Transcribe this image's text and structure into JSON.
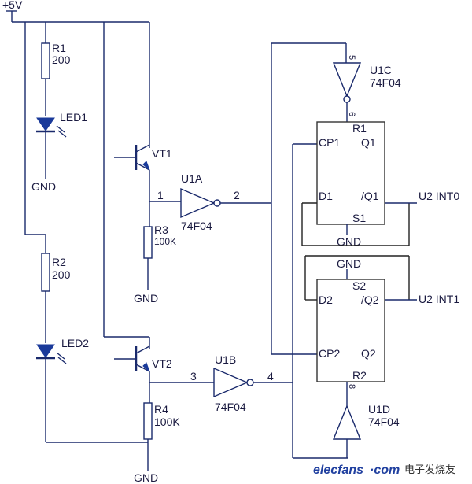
{
  "supply": "+5V",
  "r1": {
    "ref": "R1",
    "value": "200"
  },
  "led1": "LED1",
  "gnd": "GND",
  "r2": {
    "ref": "R2",
    "value": "200"
  },
  "led2": "LED2",
  "vt1": "VT1",
  "vt2": "VT2",
  "r3": {
    "ref": "R3",
    "value": "100K"
  },
  "r4": {
    "ref": "R4",
    "value": "100K"
  },
  "u1a": {
    "ref": "U1A",
    "part": "74F04",
    "pin_in": "1",
    "pin_out": "2"
  },
  "u1b": {
    "ref": "U1B",
    "part": "74F04",
    "pin_in": "3",
    "pin_out": "4"
  },
  "u1c": {
    "ref": "U1C",
    "part": "74F04",
    "pin_in": "5",
    "pin_out": "6"
  },
  "u1d": {
    "ref": "U1D",
    "part": "74F04",
    "pin_in": "8"
  },
  "ff1": {
    "r": "R1",
    "cp": "CP1",
    "q": "Q1",
    "d": "D1",
    "nq": "/Q1",
    "s": "S1"
  },
  "ff2": {
    "s": "S2",
    "d": "D2",
    "nq": "/Q2",
    "cp": "CP2",
    "q": "Q2",
    "r": "R2"
  },
  "out1": "U2 INT0",
  "out2": "U2 INT1",
  "watermark": {
    "brand": "elecfans",
    "suffix": "·com",
    "cn": "电子发烧友"
  },
  "colors": {
    "wire": "#1a2a6c",
    "led": "#1a3a9a",
    "brand": "#1f3f9f"
  }
}
